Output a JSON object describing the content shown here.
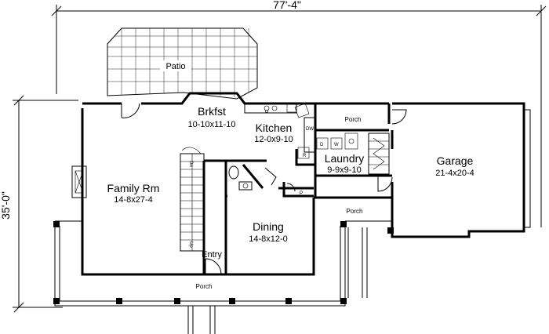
{
  "dimensions": {
    "width": "77'-4\"",
    "depth": "35'-0\""
  },
  "rooms": {
    "patio": "Patio",
    "breakfast": {
      "name": "Brkfst",
      "size": "10-10x11-10"
    },
    "kitchen": {
      "name": "Kitchen",
      "size": "12-0x9-10"
    },
    "family": {
      "name": "Family Rm",
      "size": "14-8x27-4"
    },
    "laundry": {
      "name": "Laundry",
      "size": "9-9x9-10"
    },
    "garage": {
      "name": "Garage",
      "size": "21-4x20-4"
    },
    "dining": {
      "name": "Dining",
      "size": "14-8x12-0"
    },
    "entry": "Entry",
    "porch_top": "Porch",
    "porch_mid": "Porch",
    "porch_bottom": "Porch"
  },
  "labels": {
    "dw": "DW",
    "refrigerator": "R",
    "dryer": "D",
    "washer": "W",
    "pantry": "P",
    "stair_up": "Up",
    "stair_down": "Dn"
  }
}
